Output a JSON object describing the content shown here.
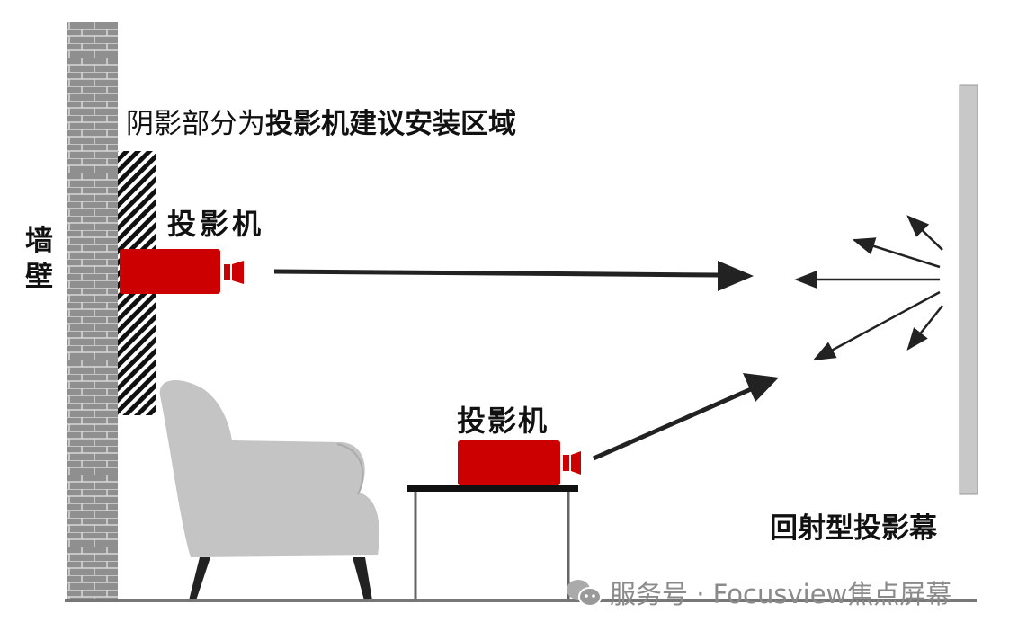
{
  "heading": {
    "regular": "阴影部分为",
    "bold": "投影机建议安装区域"
  },
  "wall_label": "墙壁",
  "projector_top_label": "投影机",
  "projector_bottom_label": "投影机",
  "screen_label": "回射型投影幕",
  "watermark": "服务号 · Focusview焦点屏幕",
  "colors": {
    "projector": "#cc0000",
    "wall": "#8c8c8c",
    "chair": "#c4c4c4",
    "screen": "#c8c8c8"
  }
}
